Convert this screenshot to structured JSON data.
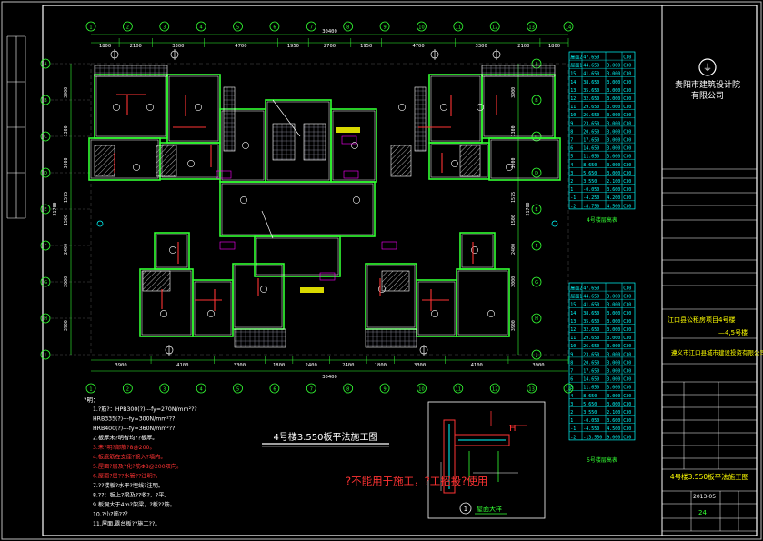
{
  "dims_top": [
    "1800",
    "2100",
    "3300",
    "4700",
    "1950",
    "2700",
    "1950",
    "4700",
    "3300",
    "2100",
    "1800"
  ],
  "dim_total": "30400",
  "dims_bottom": [
    "3900",
    "4100",
    "3300",
    "1800",
    "2400",
    "2400",
    "1800",
    "3300",
    "4100",
    "3900"
  ],
  "dims_left": [
    "3900",
    "1300",
    "3000",
    "1575",
    "1500",
    "2400",
    "2000",
    "3900"
  ],
  "dim_left_total": "21700",
  "axis_top": [
    "1",
    "2",
    "3",
    "4",
    "5",
    "6",
    "7",
    "8",
    "9",
    "10",
    "11",
    "12",
    "13",
    "14"
  ],
  "axis_left": [
    "A",
    "B",
    "C",
    "D",
    "E",
    "F",
    "G",
    "H",
    "J"
  ],
  "drawing_title": "4号楼3.550板平法施工图",
  "detail_title": "屋面大样",
  "notes_head": "?明：",
  "notes": [
    "1.?筋?：HPB300(?)---fy=270N/mm²??",
    "       HRB335(?)---fy=300N/mm²??",
    "       HRB400(?)---fy=360N/mm²??",
    "2.板厚未?明者均??板厚。",
    "3.未?明?部筋?8@200。",
    "4.板底筋在支座?貌入?墙内。",
    "5.屋面?层及?化?筋Φ8@200双向。",
    "6.屋面?层??水管??注明?。",
    "7.??楼板?水平?埋线?注明。",
    "8.??：板上?梁及??收?，?平。",
    "9.板洞大于4m?架梁，?板??筋。",
    "10.?小?筋??？",
    "11.屋面,露台板??施工??。"
  ],
  "watermark": "?不能用于施工，?工招投?使用",
  "company_line1": "贵阳市建筑设计院",
  "company_line2": "有限公司",
  "project_name": "江口县公租房项目4号楼",
  "project_sub": "—4,5号楼",
  "owner": "遵义市江口县城市建设投资有限公司",
  "title_block_drawing": "4号楼3.550板平法施工图",
  "drawing_no": "24",
  "date": "2013-05",
  "table1_caption": "4号楼层高表",
  "table2_caption": "5号楼层高表",
  "table1_rows": [
    [
      "屋面2",
      "47.650",
      "",
      "C30"
    ],
    [
      "屋面1",
      "44.650",
      "3.000",
      "C30"
    ],
    [
      "15",
      "41.650",
      "3.000",
      "C30"
    ],
    [
      "14",
      "38.650",
      "3.000",
      "C30"
    ],
    [
      "13",
      "35.650",
      "3.000",
      "C30"
    ],
    [
      "12",
      "32.650",
      "3.000",
      "C30"
    ],
    [
      "11",
      "29.650",
      "3.000",
      "C30"
    ],
    [
      "10",
      "26.650",
      "3.000",
      "C30"
    ],
    [
      "9",
      "23.650",
      "3.000",
      "C30"
    ],
    [
      "8",
      "20.650",
      "3.000",
      "C30"
    ],
    [
      "7",
      "17.650",
      "3.000",
      "C30"
    ],
    [
      "6",
      "14.650",
      "3.000",
      "C30"
    ],
    [
      "5",
      "11.650",
      "3.000",
      "C30"
    ],
    [
      "4",
      "8.650",
      "3.000",
      "C30"
    ],
    [
      "3",
      "5.650",
      "3.000",
      "C30"
    ],
    [
      "2",
      "3.550",
      "2.100",
      "C30"
    ],
    [
      "1",
      "-0.050",
      "3.600",
      "C30"
    ],
    [
      "-1",
      "-4.250",
      "4.200",
      "C30"
    ],
    [
      "-2",
      "-8.750",
      "4.500",
      "C30"
    ]
  ],
  "table2_rows": [
    [
      "屋面2",
      "47.650",
      "",
      "C30"
    ],
    [
      "屋面1",
      "44.650",
      "3.000",
      "C30"
    ],
    [
      "15",
      "41.650",
      "3.000",
      "C30"
    ],
    [
      "14",
      "38.650",
      "3.000",
      "C30"
    ],
    [
      "13",
      "35.650",
      "3.000",
      "C30"
    ],
    [
      "12",
      "32.650",
      "3.000",
      "C30"
    ],
    [
      "11",
      "29.650",
      "3.000",
      "C30"
    ],
    [
      "10",
      "26.650",
      "3.000",
      "C30"
    ],
    [
      "9",
      "23.650",
      "3.000",
      "C30"
    ],
    [
      "8",
      "20.650",
      "3.000",
      "C30"
    ],
    [
      "7",
      "17.650",
      "3.000",
      "C30"
    ],
    [
      "6",
      "14.650",
      "3.000",
      "C30"
    ],
    [
      "5",
      "11.650",
      "3.000",
      "C30"
    ],
    [
      "4",
      "8.650",
      "3.000",
      "C30"
    ],
    [
      "3",
      "5.650",
      "3.000",
      "C30"
    ],
    [
      "2",
      "3.550",
      "2.100",
      "C30"
    ],
    [
      "1",
      "-0.050",
      "3.600",
      "C30"
    ],
    [
      "-1",
      "-4.550",
      "4.500",
      "C30"
    ],
    [
      "-2",
      "-13.550",
      "9.000",
      "C30"
    ]
  ],
  "colors": {
    "green": "#33ff33",
    "cyan": "#00ffff",
    "magenta": "#ff00ff",
    "red": "#ff3333",
    "yellow": "#ffff00",
    "white": "#ffffff",
    "grey": "#888888",
    "blue": "#3366ff"
  }
}
